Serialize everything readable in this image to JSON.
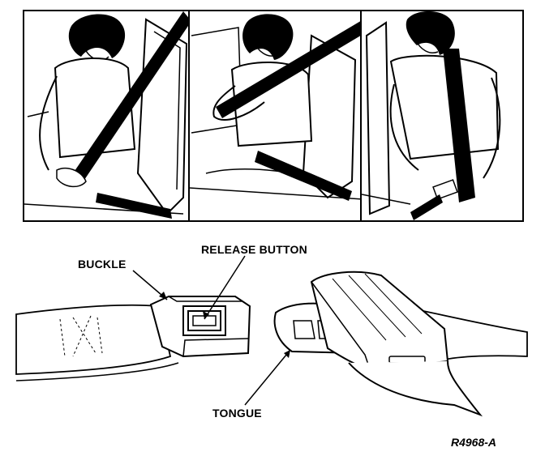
{
  "labels": {
    "release_button": "RELEASE BUTTON",
    "buckle": "BUCKLE",
    "tongue": "TONGUE"
  },
  "figure_id": "R4968-A"
}
